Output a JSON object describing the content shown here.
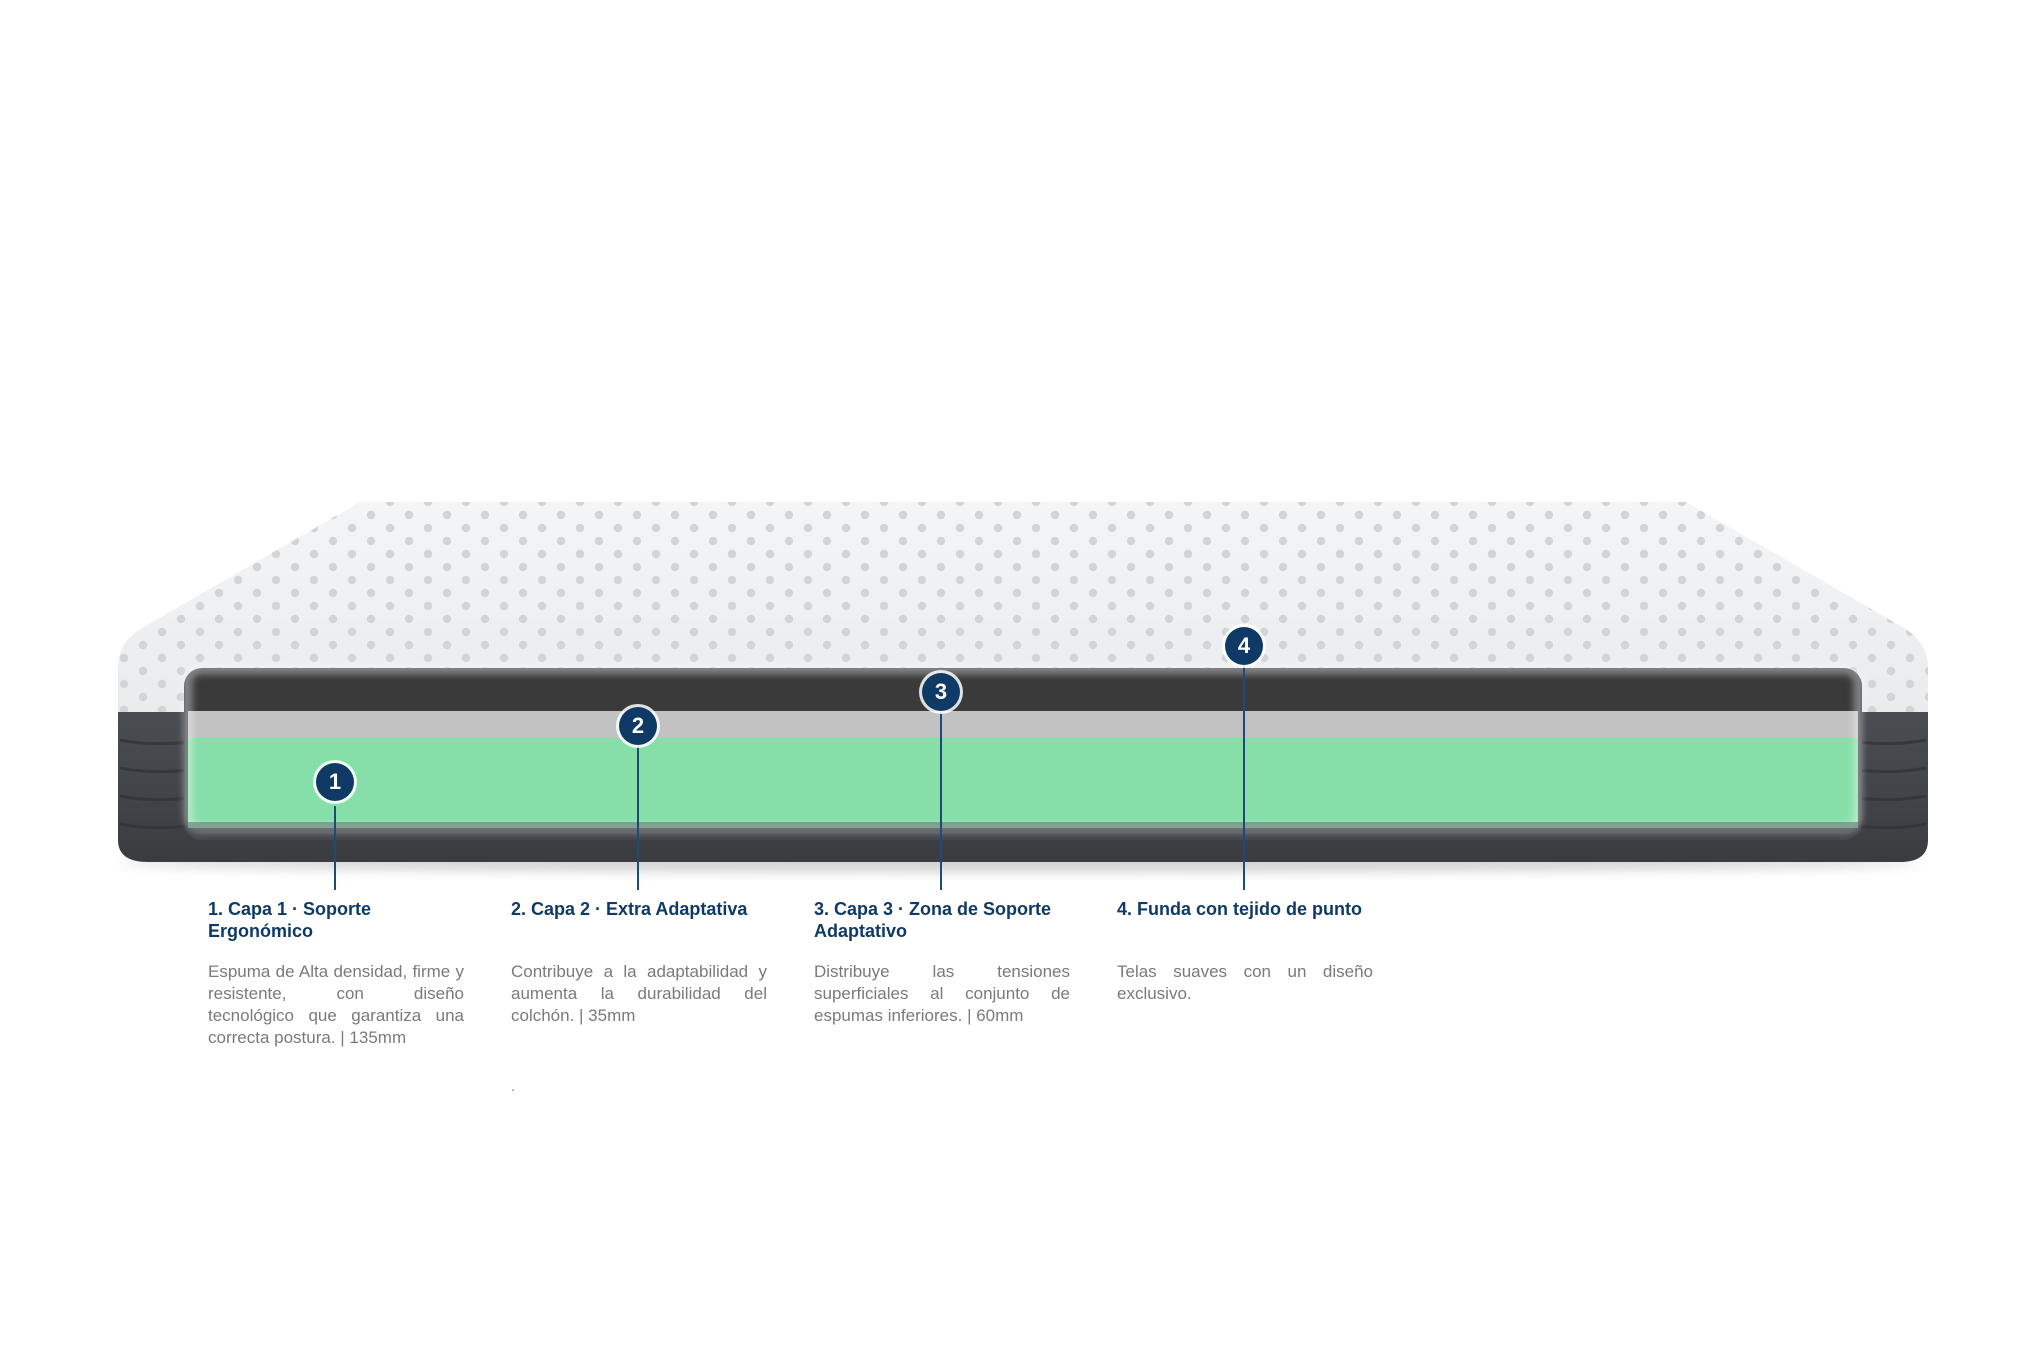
{
  "colors": {
    "accent": "#0f3a66",
    "foam_green": "#86dfa8",
    "foam_grey": "#c2c2c2",
    "foam_dark": "#3a3a3a",
    "cover": "#eef0f1",
    "base_fabric": "#4a4d52"
  },
  "layers": [
    {
      "number": "1",
      "title": "1. Capa 1 · Soporte Ergonómico",
      "description": "Espuma de Alta densidad, firme y resistente, con diseño tecnológico que garantiza una correcta postura. | 135mm"
    },
    {
      "number": "2",
      "title": "2. Capa 2 · Extra Adaptativa",
      "description": "Contribuye a la adaptabilidad y aumenta la durabilidad del colchón. | 35mm"
    },
    {
      "number": "3",
      "title": "3. Capa 3 · Zona de Soporte Adaptativo",
      "description": "Distribuye las tensiones superficiales al conjunto de espumas inferiores. | 60mm"
    },
    {
      "number": "4",
      "title": "4. Funda con tejido de punto",
      "description": "Telas suaves con un diseño exclusivo."
    }
  ],
  "footnote": "."
}
